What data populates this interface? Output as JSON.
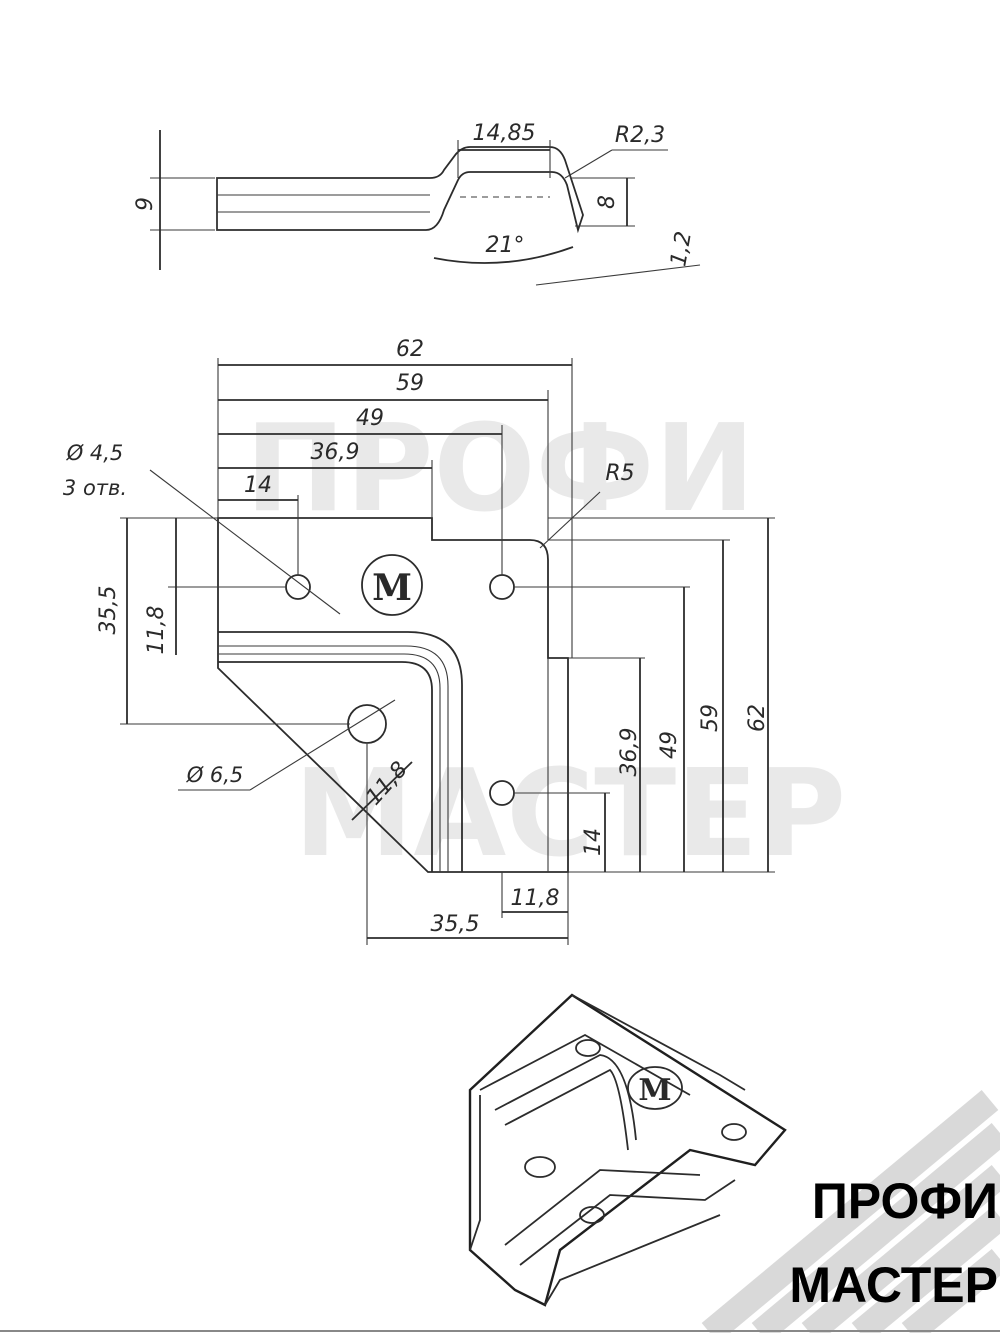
{
  "watermark": {
    "line1": "ПРОФИ",
    "line2": "МАСТЕР"
  },
  "logo": {
    "line1": "ПРОФИ",
    "line2": "МАСТЕР"
  },
  "emblem_letter": "M",
  "side_view": {
    "height": "9",
    "flange_width": "14,85",
    "radius": "R2,3",
    "depth": "8",
    "angle": "21°",
    "thickness": "1,2"
  },
  "top_view": {
    "horizontal": [
      "62",
      "59",
      "49",
      "36,9",
      "14"
    ],
    "corner_radius": "R5",
    "hole_small_diameter": "Ø 4,5",
    "hole_small_count": "3 отв.",
    "hole_large_diameter": "Ø 6,5",
    "left_vertical": [
      "35,5",
      "11,8"
    ],
    "right_vertical": [
      "62",
      "59",
      "49",
      "36,9",
      "14"
    ],
    "inner_diagonal": "11,8",
    "bottom_horizontal": [
      "35,5",
      "11,8"
    ]
  },
  "colors": {
    "line": "#2c2c2c",
    "watermark": "#e9e9e9",
    "logo_text": "#000000",
    "stripes": "#d9d9d9"
  }
}
